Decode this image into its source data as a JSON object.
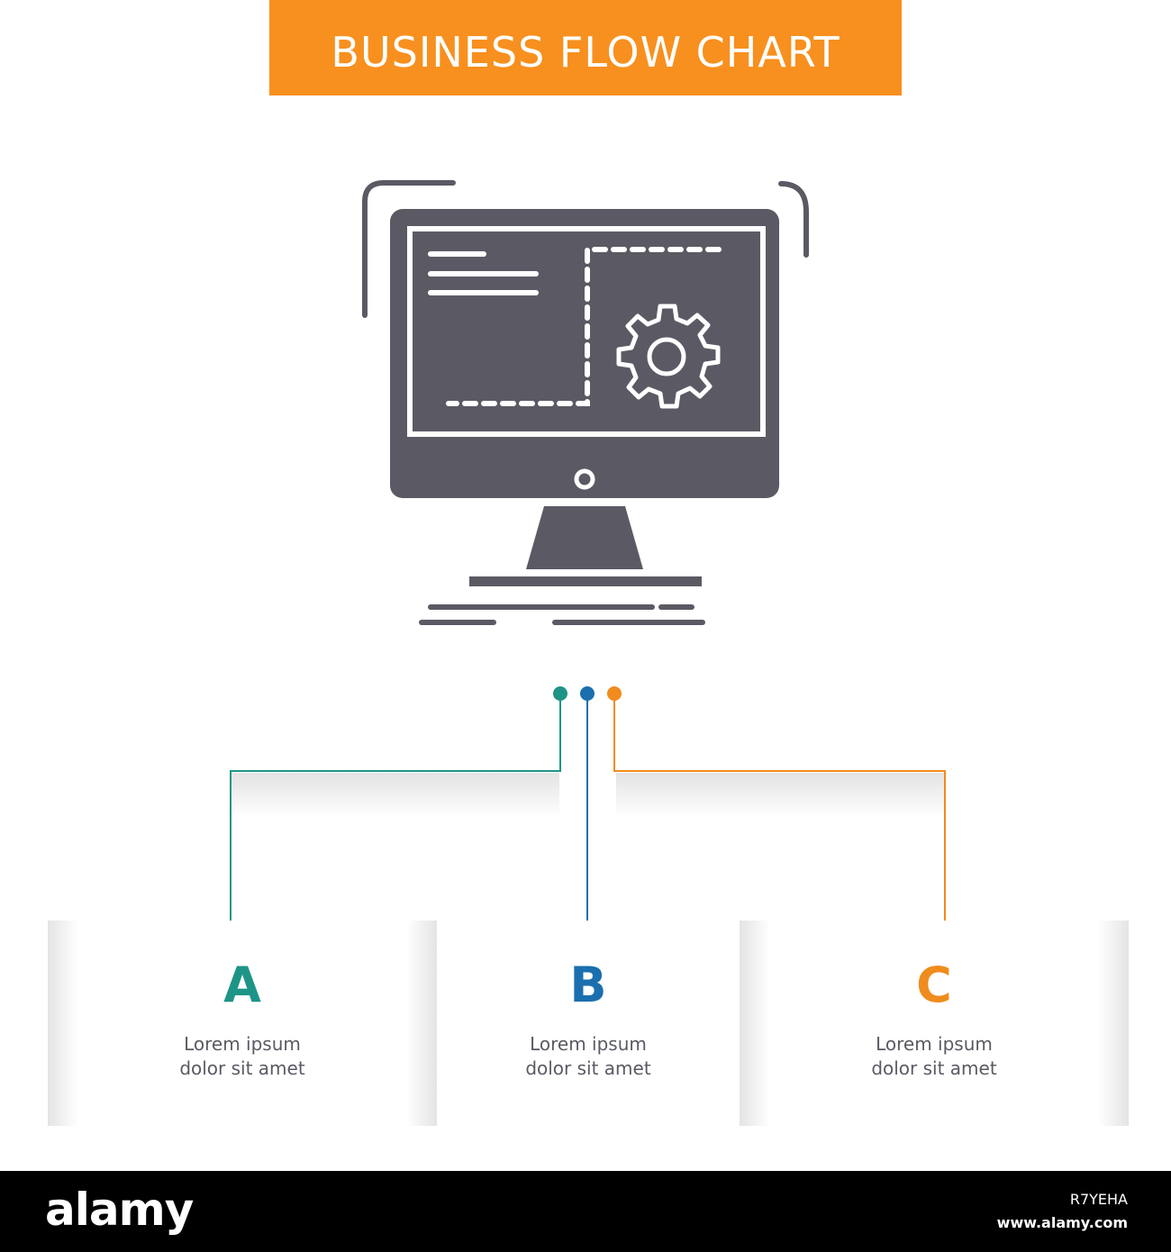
{
  "title": "BUSINESS FLOW CHART",
  "colors": {
    "banner": "#f7901e",
    "icon": "#5b5a64",
    "branch_a": "#1e9487",
    "branch_b": "#1b6fae",
    "branch_c": "#f08c1e",
    "background": "#ffffff"
  },
  "hero": {
    "icon": "monitor-gear-icon"
  },
  "steps": [
    {
      "letter": "A",
      "line1": "Lorem ipsum",
      "line2": "dolor sit amet"
    },
    {
      "letter": "B",
      "line1": "Lorem ipsum",
      "line2": "dolor sit amet"
    },
    {
      "letter": "C",
      "line1": "Lorem ipsum",
      "line2": "dolor sit amet"
    }
  ],
  "footer": {
    "logo": "alamy",
    "image_id": "R7YEHA",
    "url": "www.alamy.com"
  }
}
